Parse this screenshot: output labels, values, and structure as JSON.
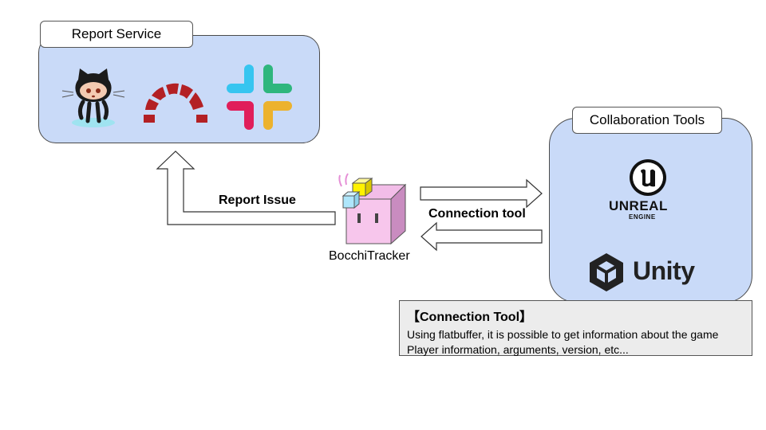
{
  "report_service": {
    "title": "Report Service",
    "icons": [
      "github-octocat-icon",
      "redmine-icon",
      "slack-icon"
    ]
  },
  "collaboration_tools": {
    "title": "Collaboration Tools",
    "unreal_wordmark": "UNREAL",
    "unreal_sub": "ENGINE",
    "unity_wordmark": "Unity"
  },
  "tracker": {
    "name": "BocchiTracker"
  },
  "arrows": {
    "report_issue": "Report Issue",
    "connection_tool": "Connection tool"
  },
  "note": {
    "title": "【Connection Tool】",
    "lines": [
      "Using flatbuffer, it is possible to get information about the game",
      "Player information, arguments, version, etc..."
    ]
  },
  "colors": {
    "panel_fill": "#c9daf8",
    "note_fill": "#ececec",
    "tracker_pink": "#f7c6ec",
    "redmine_red": "#b32024"
  }
}
